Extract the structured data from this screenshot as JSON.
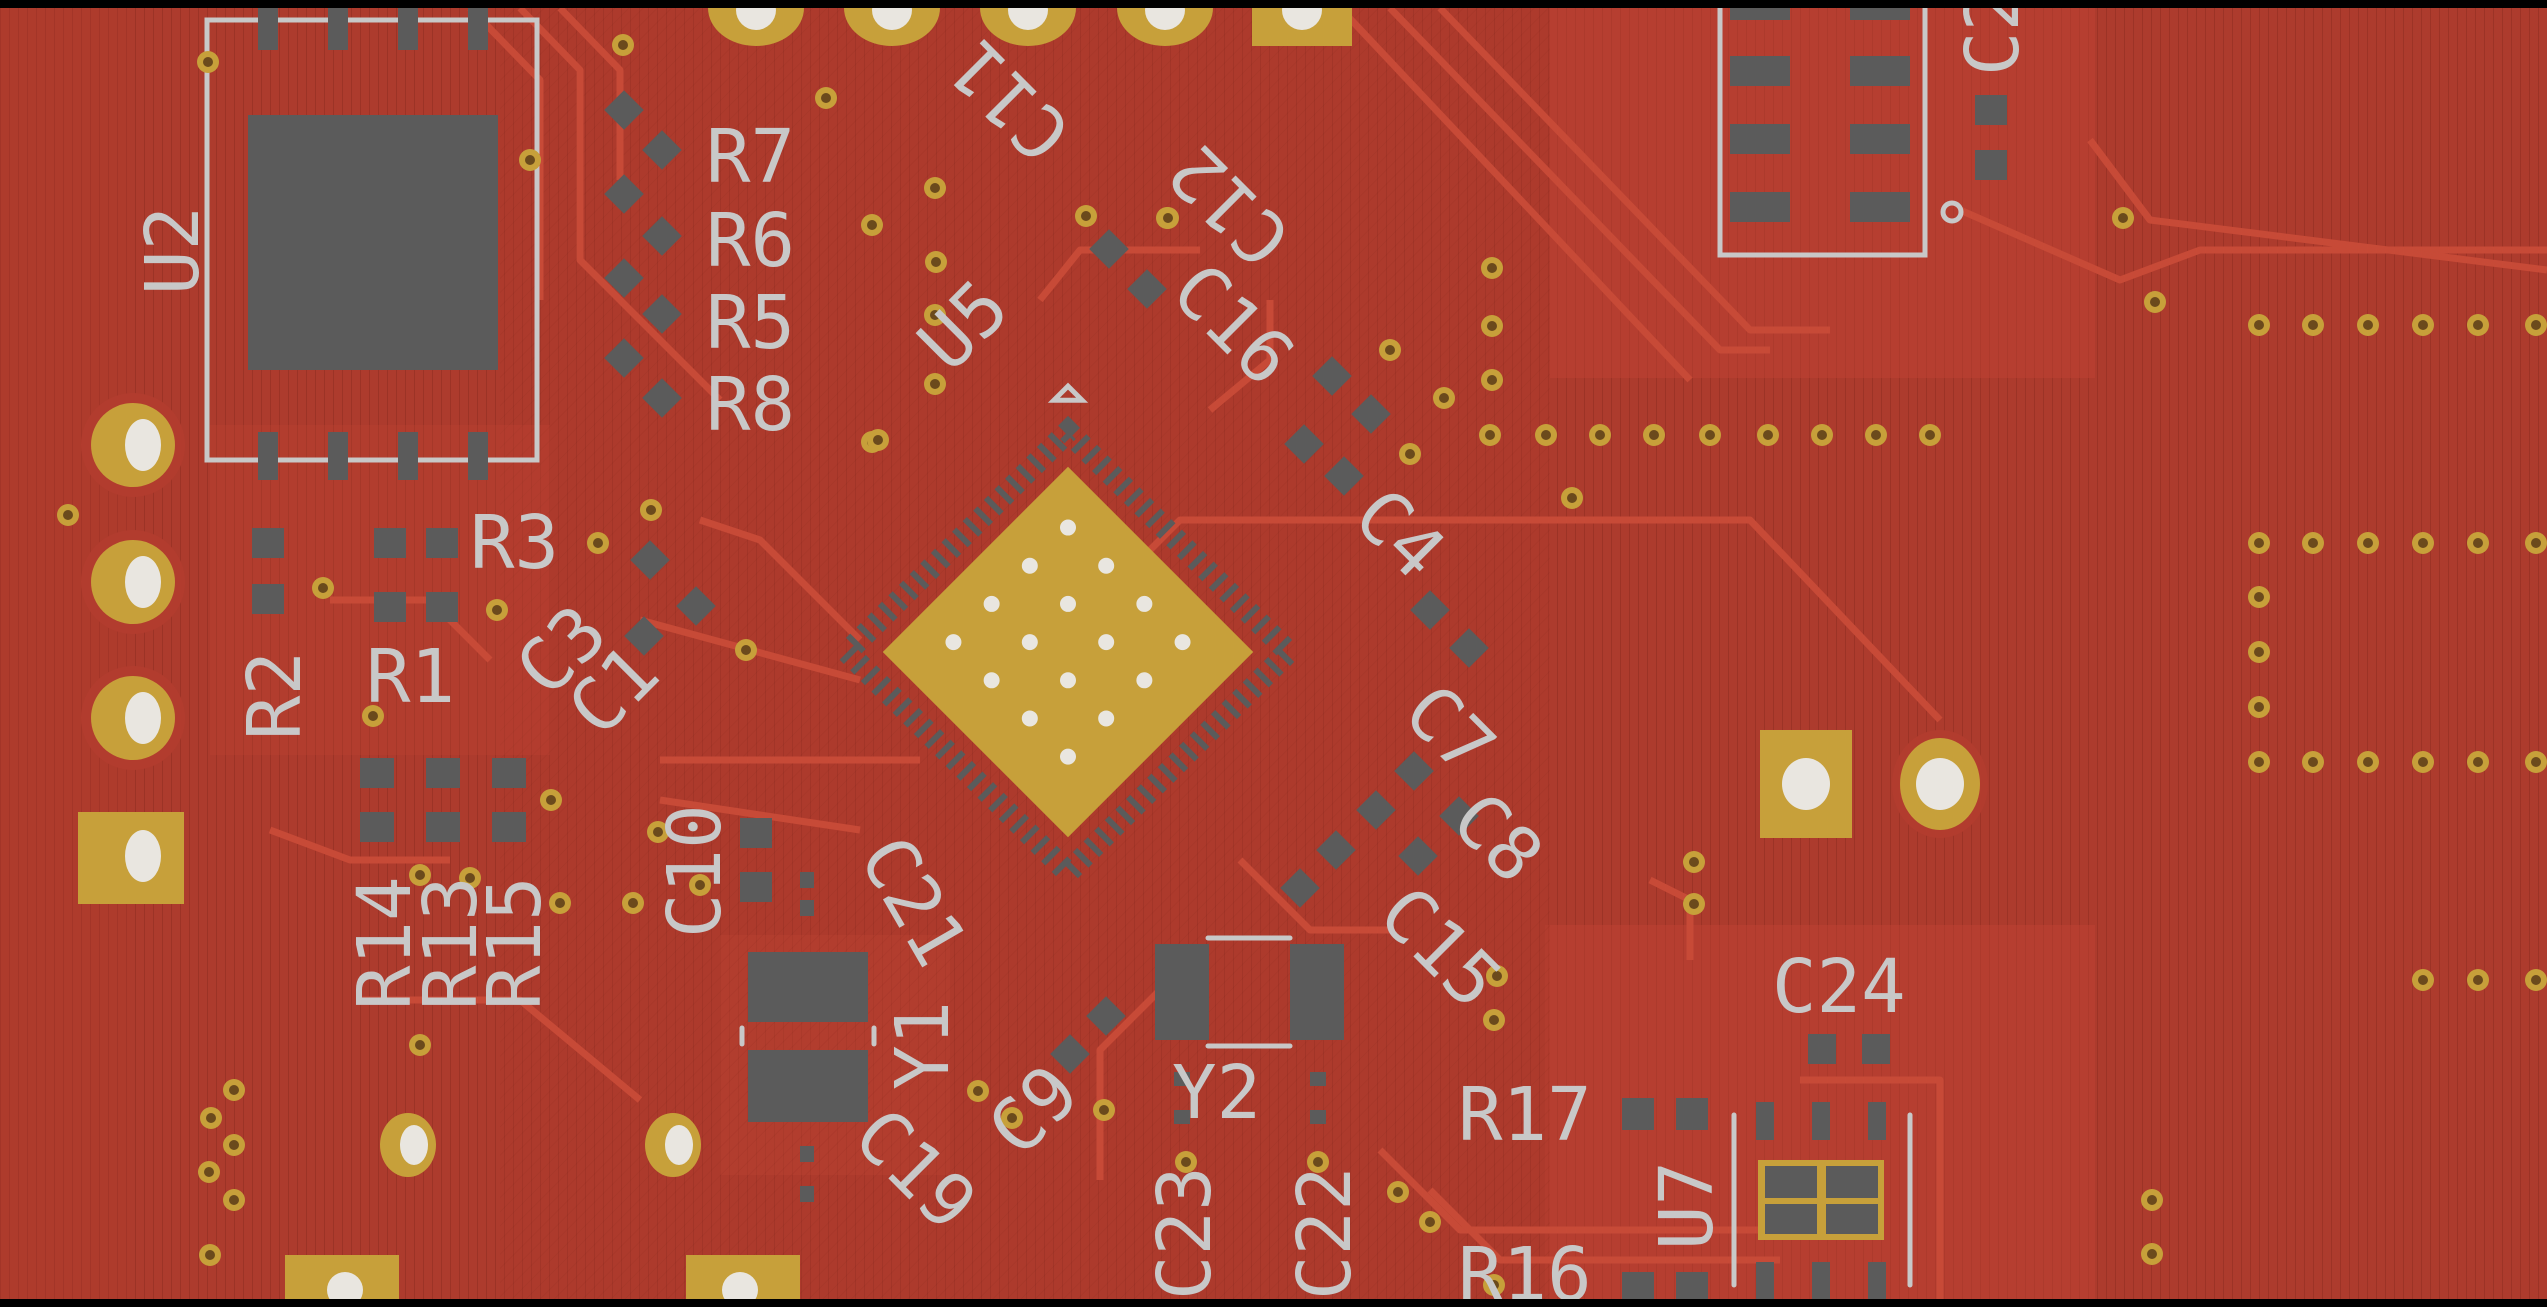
{
  "viewer": {
    "title": "PCB layout view",
    "colors": {
      "background": "#000000",
      "board_copper": "#a63a2c",
      "track_red": "#b8352a",
      "pad_gold": "#c7a03a",
      "pad_gray": "#5b5b5b",
      "silkscreen": "#c8c8c8",
      "drill": "#e9e6e0"
    }
  },
  "references": {
    "u2": "U2",
    "u5": "U5",
    "u7": "U7",
    "r1": "R1",
    "r2": "R2",
    "r3": "R3",
    "r5": "R5",
    "r6": "R6",
    "r7": "R7",
    "r8": "R8",
    "r13": "R13",
    "r14": "R14",
    "r15": "R15",
    "r16": "R16",
    "r17": "R17",
    "c1": "C1",
    "c3": "C3",
    "c4": "C4",
    "c7": "C7",
    "c8": "C8",
    "c9": "C9",
    "c10": "C10",
    "c11": "C11",
    "c12": "C12",
    "c15": "C15",
    "c16": "C16",
    "c19": "C19",
    "c21": "C21",
    "c22": "C22",
    "c23": "C23",
    "c24": "C24",
    "y1": "Y1",
    "y2": "Y2",
    "c2_partial": "C2"
  }
}
